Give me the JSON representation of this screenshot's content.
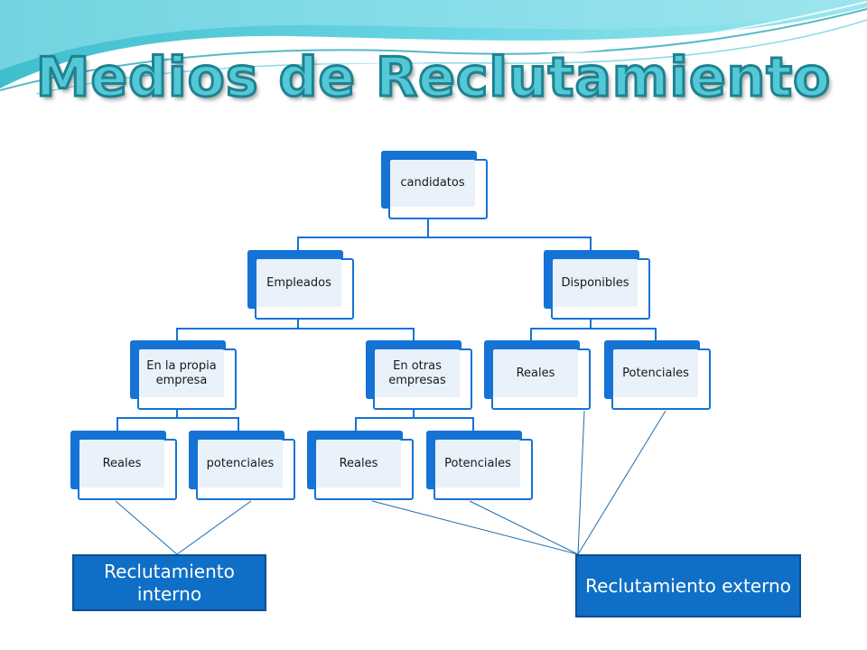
{
  "slide": {
    "title": "Medios de Reclutamiento"
  },
  "tree": {
    "root": "candidatos",
    "empleados": "Empleados",
    "disponibles": "Disponibles",
    "propia_empresa": "En la propia empresa",
    "otras_empresas": "En otras empresas",
    "propia_reales": "Reales",
    "propia_potenciales": "potenciales",
    "otras_reales": "Reales",
    "otras_potenciales": "Potenciales",
    "disp_reales": "Reales",
    "disp_potenciales": "Potenciales"
  },
  "outcomes": {
    "interno": "Reclutamiento interno",
    "externo": "Reclutamiento externo"
  },
  "colors": {
    "node_blue": "#1473d4",
    "box_blue": "#0f6fc6",
    "title_cyan": "#54c8d6"
  }
}
